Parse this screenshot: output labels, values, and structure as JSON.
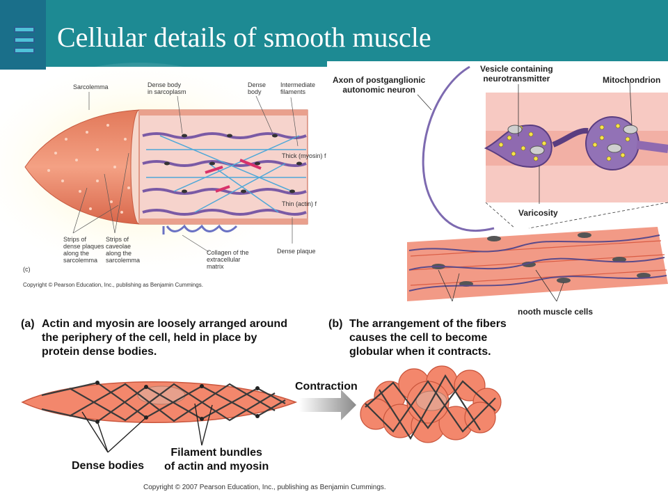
{
  "slide": {
    "title": "Cellular details of smooth muscle"
  },
  "diagram_c": {
    "tag": "(c)",
    "labels": {
      "sarcolemma": "Sarcolemma",
      "dense_body_sarcoplasm": [
        "Dense body",
        "in sarcoplasm"
      ],
      "dense_body": [
        "Dense",
        "body"
      ],
      "intermediate_filaments": [
        "Intermediate",
        "filaments"
      ],
      "thick_myosin": "Thick (myosin) f",
      "thin_actin": "Thin (actin) f",
      "dense_plaque": "Dense plaque",
      "strips_dense_plaques": [
        "Strips of",
        "dense plaques",
        "along the",
        "sarcolemma"
      ],
      "strips_caveolae": [
        "Strips of",
        "caveolae",
        "along the",
        "sarcolemma"
      ],
      "collagen": [
        "Collagen of the",
        "extracellular",
        "matrix"
      ]
    },
    "copyright": "Copyright © Pearson Education, Inc., publishing as Benjamin Cummings."
  },
  "diagram_innervation": {
    "labels": {
      "axon": [
        "Axon of postganglionic",
        "autonomic neuron"
      ],
      "vesicle": [
        "Vesicle containing",
        "neurotransmitter"
      ],
      "mitochondrion": "Mitochondrion",
      "varicosity": "Varicosity",
      "smooth_muscle_cells": "nooth muscle cells"
    }
  },
  "caption_a": {
    "tag": "(a)",
    "lines": [
      "Actin and myosin are loosely arranged around",
      "the periphery of the cell, held in place by",
      "protein dense bodies."
    ]
  },
  "caption_b": {
    "tag": "(b)",
    "lines": [
      "The arrangement of the fibers",
      "causes the cell to become",
      "globular when it contracts."
    ]
  },
  "bottom": {
    "contraction": "Contraction",
    "dense_bodies": "Dense bodies",
    "filament_bundles": [
      "Filament bundles",
      "of actin and myosin"
    ]
  },
  "footer": {
    "copyright": "Copyright © 2007 Pearson Education, Inc., publishing as Benjamin Cummings."
  },
  "colors": {
    "header": "#1d8a93",
    "cell": "#f08a6e",
    "membrane": "#e0604a",
    "filament": "#6a4a8a"
  }
}
